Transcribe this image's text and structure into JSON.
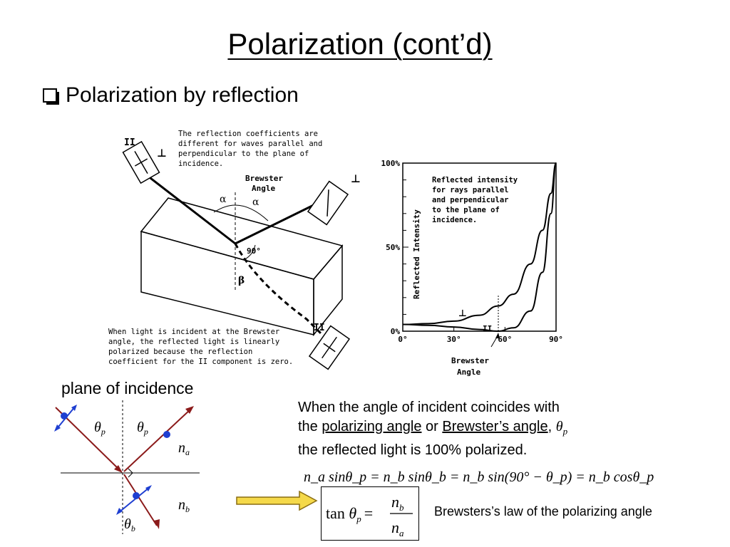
{
  "title": "Polarization (cont’d)",
  "bullet": "Polarization by reflection",
  "top_diagram": {
    "caption_top": "The reflection coefficients are\ndifferent for waves parallel and\nperpendicular to the plane of\nincidence.",
    "brewster_label_line1": "Brewster",
    "brewster_label_line2": "Angle",
    "alpha": "α",
    "beta": "β",
    "ninety": "90°",
    "parallel": "II",
    "perp": "⊥",
    "caption_bottom": "When light is incident at the Brewster\nangle, the reflected light is linearly\npolarized because the reflection\ncoefficient for the II component is zero."
  },
  "graph": {
    "y_ticks": [
      "100%",
      "50%",
      "0%"
    ],
    "x_ticks": [
      "0°",
      "30°",
      "60°",
      "90°"
    ],
    "ylabel": "Reflected Intensity",
    "annotation": "Reflected intensity\nfor rays parallel\nand perpendicular\nto the plane of\nincidence.",
    "perp_label": "⊥",
    "par_label": "II",
    "brewster_line1": "Brewster",
    "brewster_line2": "Angle"
  },
  "chart_data": {
    "type": "line",
    "xlabel": "",
    "ylabel": "Reflected Intensity",
    "xlim": [
      0,
      90
    ],
    "ylim": [
      0,
      100
    ],
    "series": [
      {
        "name": "⊥",
        "x": [
          0,
          15,
          30,
          45,
          56,
          65,
          75,
          82,
          87,
          90
        ],
        "values": [
          4,
          4.5,
          6,
          9.5,
          15,
          22,
          40,
          60,
          82,
          100
        ]
      },
      {
        "name": "II",
        "x": [
          0,
          15,
          30,
          45,
          56,
          65,
          75,
          82,
          87,
          90
        ],
        "values": [
          4,
          3.5,
          2.5,
          1,
          0,
          2,
          12,
          35,
          70,
          100
        ]
      }
    ]
  },
  "plane_label": "plane of incidence",
  "small_diagram": {
    "theta": "θ",
    "sub_p": "p",
    "sub_b": "b",
    "n": "n",
    "sub_a": "a"
  },
  "paragraph": {
    "line1": "When the angle of incident coincides with",
    "line2_pre": "the ",
    "link1": "polarizing angle",
    "line2_mid": " or ",
    "link2": "Brewster’s angle",
    "line2_post": ", ",
    "line3": "the reflected light is 100% polarized."
  },
  "equation": "n_a sinθ_p = n_b sinθ_b = n_b sin(90° − θ_p) = n_b cosθ_p",
  "law_label": "Brewsters’s law of the polarizing angle",
  "colors": {
    "ray": "#8b1a1a",
    "pol_arrow": "#1f3fd1",
    "dot": "#1f3fd1",
    "arrow_fill": "#f5d94a",
    "arrow_stroke": "#8a6d12"
  }
}
